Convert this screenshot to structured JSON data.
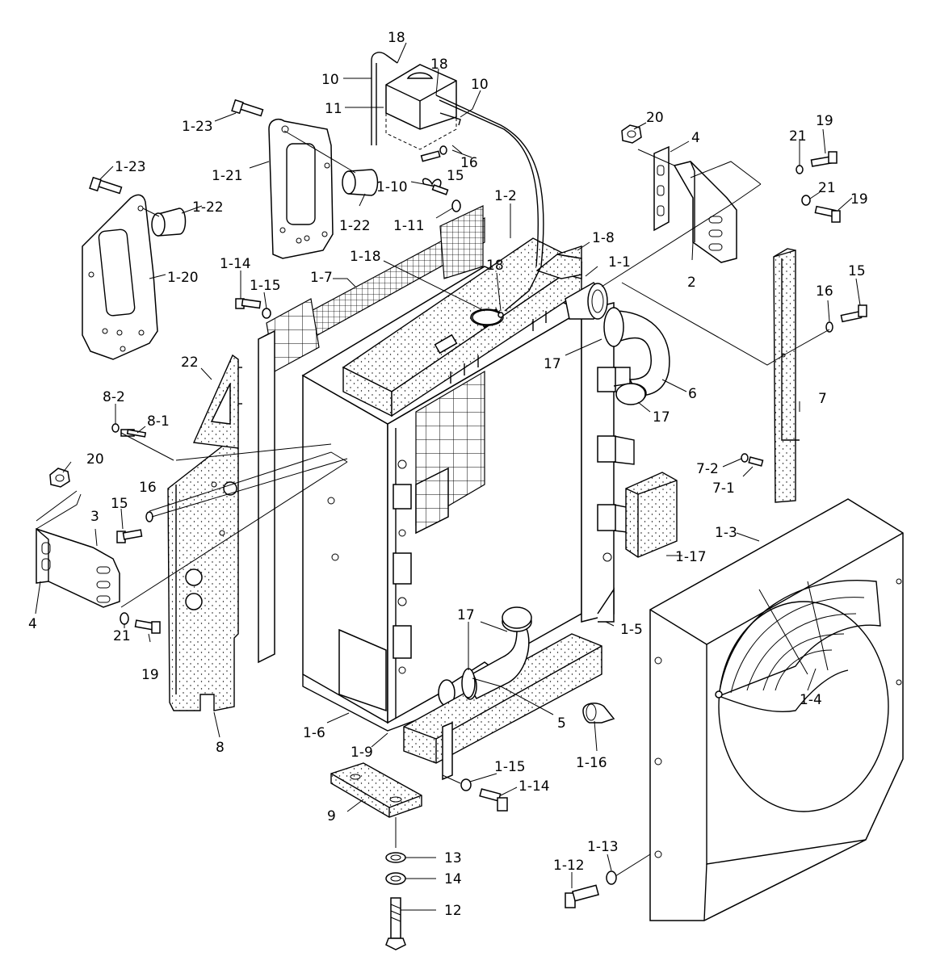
{
  "callouts": [
    {
      "id": "c18a",
      "text": "18"
    },
    {
      "id": "c18b",
      "text": "18"
    },
    {
      "id": "c10a",
      "text": "10"
    },
    {
      "id": "c10b",
      "text": "10"
    },
    {
      "id": "c11",
      "text": "11"
    },
    {
      "id": "c1_23a",
      "text": "1-23"
    },
    {
      "id": "c1_23b",
      "text": "1-23"
    },
    {
      "id": "c1_21",
      "text": "1-21"
    },
    {
      "id": "c1_22a",
      "text": "1-22"
    },
    {
      "id": "c1_22b",
      "text": "1-22"
    },
    {
      "id": "c15a",
      "text": "15"
    },
    {
      "id": "c16a",
      "text": "16"
    },
    {
      "id": "c1_10",
      "text": "1-10"
    },
    {
      "id": "c1_11",
      "text": "1-11"
    },
    {
      "id": "c1_2",
      "text": "1-2"
    },
    {
      "id": "c20a",
      "text": "20"
    },
    {
      "id": "c4a",
      "text": "4"
    },
    {
      "id": "c21a",
      "text": "21"
    },
    {
      "id": "c19a",
      "text": "19"
    },
    {
      "id": "c21b",
      "text": "21"
    },
    {
      "id": "c19b",
      "text": "19"
    },
    {
      "id": "c1_20",
      "text": "1-20"
    },
    {
      "id": "c1_14a",
      "text": "1-14"
    },
    {
      "id": "c1_15a",
      "text": "1-15"
    },
    {
      "id": "c1_7",
      "text": "1-7"
    },
    {
      "id": "c1_18",
      "text": "1-18"
    },
    {
      "id": "c18c",
      "text": "18"
    },
    {
      "id": "c1_8",
      "text": "1-8"
    },
    {
      "id": "c1_1",
      "text": "1-1"
    },
    {
      "id": "c2",
      "text": "2"
    },
    {
      "id": "c16b",
      "text": "16"
    },
    {
      "id": "c15b",
      "text": "15"
    },
    {
      "id": "c22",
      "text": "22"
    },
    {
      "id": "c17a",
      "text": "17"
    },
    {
      "id": "c6",
      "text": "6"
    },
    {
      "id": "c17b",
      "text": "17"
    },
    {
      "id": "c7",
      "text": "7"
    },
    {
      "id": "c8_2",
      "text": "8-2"
    },
    {
      "id": "c8_1",
      "text": "8-1"
    },
    {
      "id": "c20b",
      "text": "20"
    },
    {
      "id": "c15c",
      "text": "15"
    },
    {
      "id": "c16c",
      "text": "16"
    },
    {
      "id": "c3",
      "text": "3"
    },
    {
      "id": "c7_2",
      "text": "7-2"
    },
    {
      "id": "c7_1",
      "text": "7-1"
    },
    {
      "id": "c1_3",
      "text": "1-3"
    },
    {
      "id": "c1_17",
      "text": "1-17"
    },
    {
      "id": "c4b",
      "text": "4"
    },
    {
      "id": "c21c",
      "text": "21"
    },
    {
      "id": "c19c",
      "text": "19"
    },
    {
      "id": "c17c",
      "text": "17"
    },
    {
      "id": "c1_5",
      "text": "1-5"
    },
    {
      "id": "c1_4",
      "text": "1-4"
    },
    {
      "id": "c8",
      "text": "8"
    },
    {
      "id": "c1_6",
      "text": "1-6"
    },
    {
      "id": "c1_9",
      "text": "1-9"
    },
    {
      "id": "c5",
      "text": "5"
    },
    {
      "id": "c1_16",
      "text": "1-16"
    },
    {
      "id": "c1_15b",
      "text": "1-15"
    },
    {
      "id": "c1_14b",
      "text": "1-14"
    },
    {
      "id": "c9",
      "text": "9"
    },
    {
      "id": "c13",
      "text": "13"
    },
    {
      "id": "c14",
      "text": "14"
    },
    {
      "id": "c12",
      "text": "12"
    },
    {
      "id": "c1_13",
      "text": "1-13"
    },
    {
      "id": "c1_12",
      "text": "1-12"
    }
  ]
}
